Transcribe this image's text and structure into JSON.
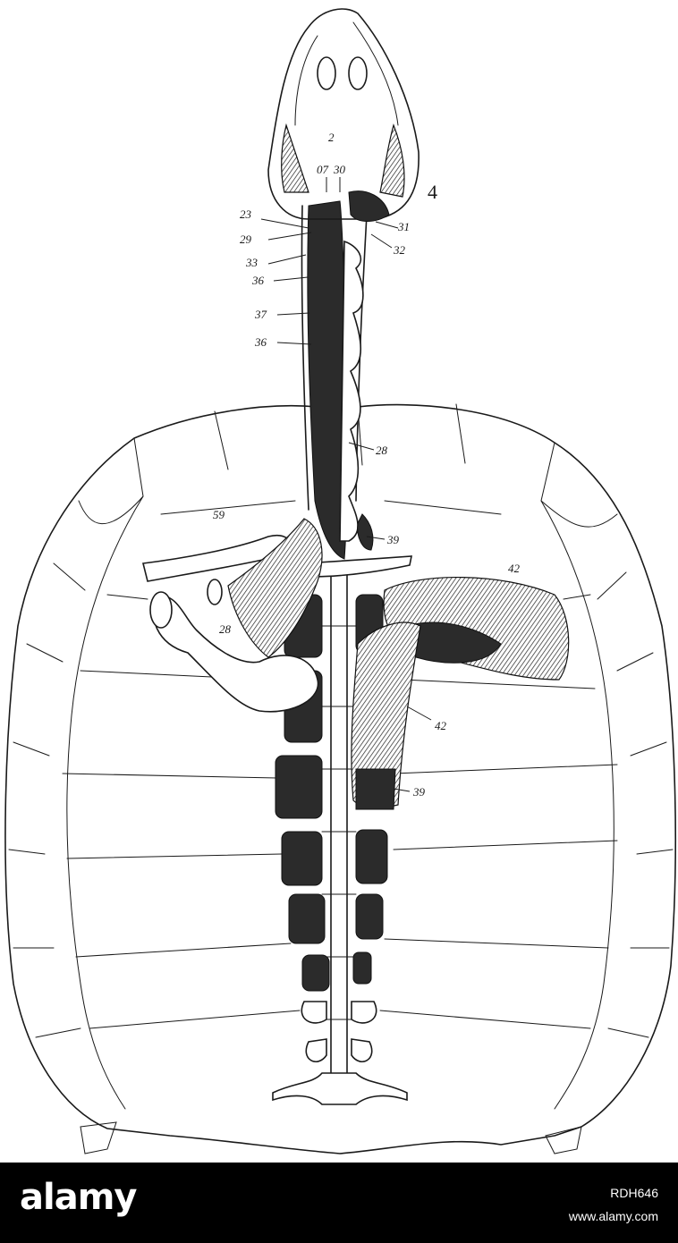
{
  "labels": {
    "l2": "2",
    "l07": "07",
    "l30": "30",
    "l4": "4",
    "l23": "23",
    "l29": "29",
    "l31": "31",
    "l32": "32",
    "l33": "33",
    "l36a": "36",
    "l37": "37",
    "l36b": "36",
    "l28a": "28",
    "l59": "59",
    "l39a": "39",
    "l42a": "42",
    "l28b": "28",
    "l42b": "42",
    "l39b": "39"
  },
  "footer": {
    "brand": "alamy",
    "image_id": "RDH646",
    "site": "www.alamy.com"
  },
  "colors": {
    "footer_bg": "#000000",
    "footer_text": "#ffffff",
    "ink": "#1a1a1a"
  }
}
